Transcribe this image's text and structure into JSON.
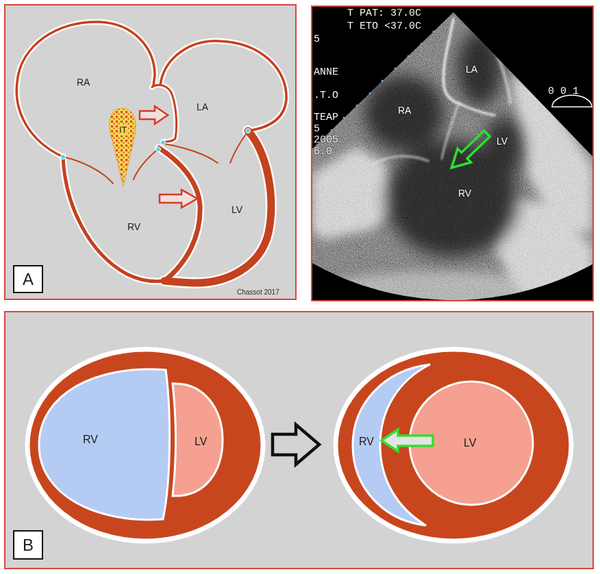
{
  "diagram": {
    "nodes": [
      {
        "text": [
          "RA"
        ]
      },
      {
        "text": [
          "LA"
        ]
      },
      {
        "text": [
          "IT"
        ]
      },
      {
        "text": [
          "RV"
        ]
      },
      {
        "text": [
          "LV"
        ]
      },
      {
        "text": [
          "A"
        ]
      },
      {
        "text": [
          "RV"
        ]
      },
      {
        "text": [
          "LV"
        ]
      },
      {
        "text": [
          "RV"
        ]
      },
      {
        "text": [
          "LV"
        ]
      },
      {
        "text": [
          "B"
        ]
      }
    ],
    "labels": [
      "Chassot 2017",
      "T PAT: 37.0C",
      "T ETO <37.0C",
      "5",
      "ANNE",
      ".T.O",
      "TEAP",
      "5",
      "2005",
      "6.0",
      "0 0 1",
      "LA",
      "RA",
      "LV",
      "RV"
    ]
  }
}
